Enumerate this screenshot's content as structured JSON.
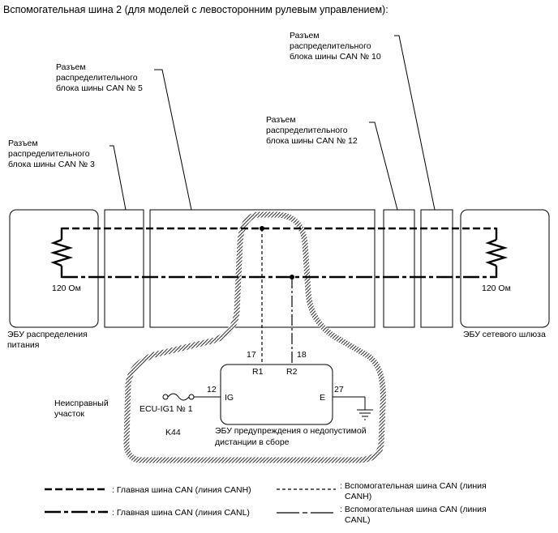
{
  "title": "Вспомогательная шина 2 (для моделей с левосторонним рулевым управлением):",
  "connectors": {
    "no3": [
      "Разъем",
      "распределительного",
      "блока шины CAN № 3"
    ],
    "no5": [
      "Разъем",
      "распределительного",
      "блока шины CAN № 5"
    ],
    "no12": [
      "Разъем",
      "распределительного",
      "блока шины CAN № 12"
    ],
    "no10": [
      "Разъем",
      "распределительного",
      "блока шины CAN № 10"
    ]
  },
  "ecu_power": {
    "name_line1": "ЭБУ распределения",
    "name_line2": "питания",
    "resistor": "120 Ом"
  },
  "ecu_gateway": {
    "name": "ЭБУ сетевого шлюза",
    "resistor": "120 Ом"
  },
  "faulty_area": {
    "line1": "Неисправный",
    "line2": "участок"
  },
  "warning_ecu": {
    "code": "K44",
    "name_line1": "ЭБУ предупреждения о недопустимой",
    "name_line2": "дистанции в сборе",
    "pins": {
      "r1_num": "17",
      "r1": "R1",
      "r2_num": "18",
      "r2": "R2",
      "ig_num": "12",
      "ig": "IG",
      "e_num": "27",
      "e": "E"
    },
    "fuse": "ECU-IG1 № 1"
  },
  "legend": {
    "main_canh": ": Главная шина CAN (линия CANH)",
    "main_canl": ": Главная шина CAN (линия CANL)",
    "aux_canh_line1": ": Вспомогательная шина CAN (линия",
    "aux_canh_line2": "CANH)",
    "aux_canl_line1": ": Вспомогательная шина CAN (линия",
    "aux_canl_line2": "CANL)"
  }
}
